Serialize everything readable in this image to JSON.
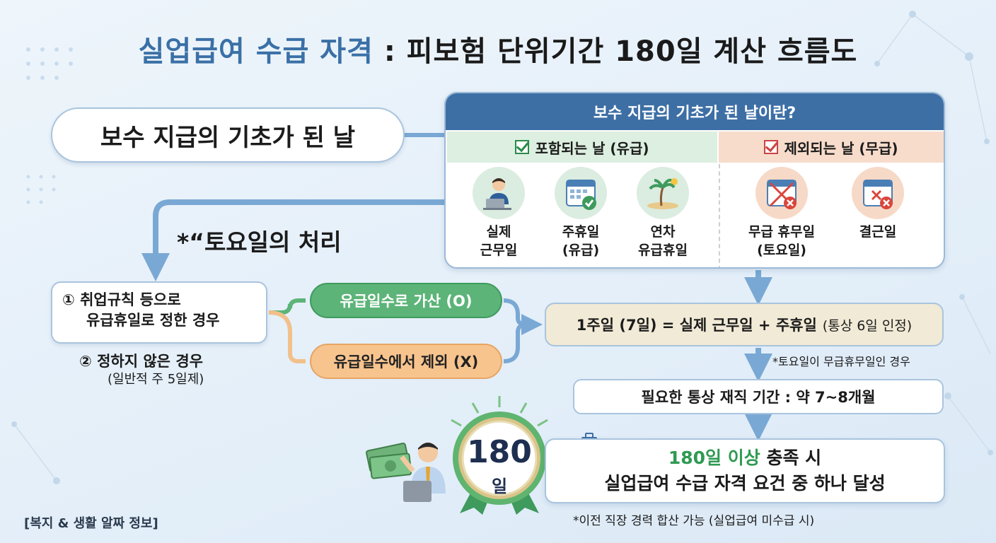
{
  "title": {
    "part1": "실업급여 수급 자격",
    "separator": " : ",
    "part2": "피보험 단위기간 180일 계산 흐름도"
  },
  "main_pill": "보수 지급의 기초가 된 날",
  "definition": {
    "header": "보수 지급의 기초가 된 날이란?",
    "included": {
      "heading": "포함되는 날 (유급)",
      "items": [
        {
          "line1": "실제",
          "line2": "근무일",
          "icon": "worker-at-laptop-icon"
        },
        {
          "line1": "주휴일",
          "line2": "(유급)",
          "icon": "calendar-check-icon"
        },
        {
          "line1": "연차",
          "line2": "유급휴일",
          "icon": "palm-island-icon"
        }
      ]
    },
    "excluded": {
      "heading": "제외되는 날 (무급)",
      "items": [
        {
          "line1": "무급 휴무일",
          "line2": "(토요일)",
          "icon": "calendar-crossed-icon"
        },
        {
          "line1": "결근일",
          "line2": "",
          "icon": "calendar-x-icon"
        }
      ]
    }
  },
  "saturday_heading": "*“토요일의 처리",
  "case1": {
    "line1": "① 취업규칙 등으로",
    "line2": "유급휴일로 정한 경우"
  },
  "case2": {
    "line1": "② 정하지 않은 경우",
    "line2": "(일반적 주 5일제)"
  },
  "option_add": "유급일수로 가산 (O)",
  "option_exclude": "유급일수에서 제외 (X)",
  "week_formula": {
    "main": "1주일 (7일) = 실제 근무일 + 주휴일",
    "paren": "(통상 6일 인정)"
  },
  "note_saturday": "*토요일이 무급휴무일인 경우",
  "period": "필요한 통상 재직 기간 : 약 7~8개월",
  "medal": {
    "number": "180",
    "unit": "일"
  },
  "result": {
    "highlight": "180일 이상",
    "line1_rest": " 충족 시",
    "line2": "실업급여 수급 자격 요건 중 하나 달성"
  },
  "note_career": "*이전 직장 경력 합산 가능 (실업급여 미수급 시)",
  "footer_tag": "[복지 & 생활 알짜 정보]",
  "colors": {
    "header_blue": "#3d6fa5",
    "accent_green": "#5cb478",
    "accent_orange": "#f7c48e",
    "highlight_green": "#2f9a52",
    "arrow_blue": "#7aa8d4"
  }
}
